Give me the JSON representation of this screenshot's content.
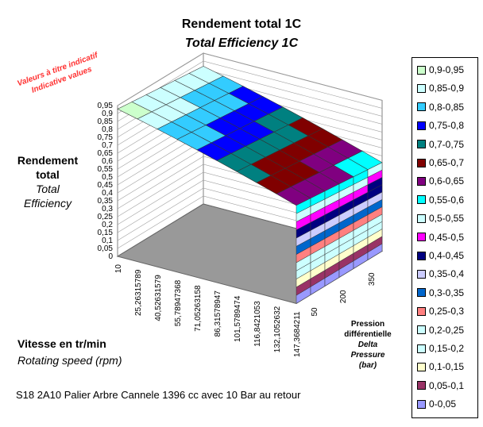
{
  "chart_data": {
    "type": "surface3d",
    "title": "Rendement total  1C",
    "subtitle": "Total Efficiency 1C",
    "zlabel_fr_1": "Rendement",
    "zlabel_fr_2": "total",
    "zlabel_en_1": "Total",
    "zlabel_en_2": "Efficiency",
    "xlabel_fr": "Vitesse en tr/min",
    "xlabel_en": "Rotating speed (rpm)",
    "ylabel_fr_1": "Pression",
    "ylabel_fr_2": "différentielle",
    "ylabel_en_1": "Delta",
    "ylabel_en_2": "Pressure",
    "ylabel_en_3": "(bar)",
    "watermark_1": "Valeurs à titre indicatif",
    "watermark_2": "Indicative values",
    "footnote": "S18 2A10 Palier Arbre Cannele    1396 cc avec 10 Bar au retour",
    "z_ticks": [
      "0",
      "0,05",
      "0,1",
      "0,15",
      "0,2",
      "0,25",
      "0,3",
      "0,35",
      "0,4",
      "0,45",
      "0,5",
      "0,55",
      "0,6",
      "0,65",
      "0,7",
      "0,75",
      "0,8",
      "0,85",
      "0,9",
      "0,95"
    ],
    "x_ticks": [
      "10",
      "25,26315789",
      "40,52631579",
      "55,78947368",
      "71,05263158",
      "86,31578947",
      "101,5789474",
      "116,8421053",
      "132,1052632",
      "147,3684211"
    ],
    "y_ticks": [
      "50",
      "200",
      "350"
    ],
    "zlim": [
      0,
      0.95
    ],
    "legend": [
      {
        "label": "0,9-0,95",
        "color": "#ccffcc"
      },
      {
        "label": "0,85-0,9",
        "color": "#ccffff"
      },
      {
        "label": "0,8-0,85",
        "color": "#33ccff"
      },
      {
        "label": "0,75-0,8",
        "color": "#0000ff"
      },
      {
        "label": "0,7-0,75",
        "color": "#008080"
      },
      {
        "label": "0,65-0,7",
        "color": "#800000"
      },
      {
        "label": "0,6-0,65",
        "color": "#800080"
      },
      {
        "label": "0,55-0,6",
        "color": "#00ffff"
      },
      {
        "label": "0,5-0,55",
        "color": "#ccffff"
      },
      {
        "label": "0,45-0,5",
        "color": "#ff00ff"
      },
      {
        "label": "0,4-0,45",
        "color": "#000080"
      },
      {
        "label": "0,35-0,4",
        "color": "#ccccff"
      },
      {
        "label": "0,3-0,35",
        "color": "#0066cc"
      },
      {
        "label": "0,25-0,3",
        "color": "#ff8080"
      },
      {
        "label": "0,2-0,25",
        "color": "#ccffff"
      },
      {
        "label": "0,15-0,2",
        "color": "#ccffff"
      },
      {
        "label": "0,1-0,15",
        "color": "#ffffcc"
      },
      {
        "label": "0,05-0,1",
        "color": "#993366"
      },
      {
        "label": "0-0,05",
        "color": "#9999ff"
      }
    ]
  }
}
